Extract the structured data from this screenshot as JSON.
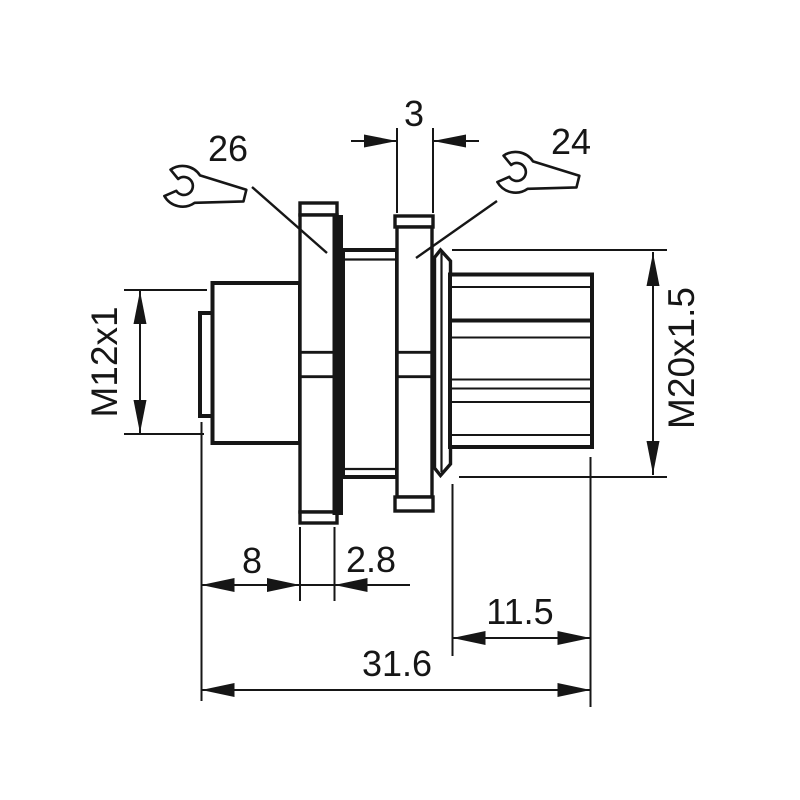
{
  "colors": {
    "background": "#ffffff",
    "line": "#161616"
  },
  "callouts": {
    "left_wrench_size": "26",
    "right_wrench_size": "24"
  },
  "dimensions": {
    "nut_width": "3",
    "left_thread": "M12x1",
    "right_thread": "M20x1.5",
    "body_length": "8",
    "flange_thickness": "2.8",
    "thread_length": "11.5",
    "overall_length": "31.6"
  }
}
